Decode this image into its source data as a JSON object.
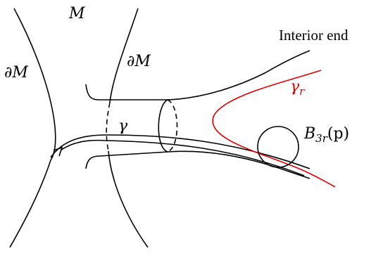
{
  "labels": {
    "manifold": "M",
    "boundary_left_partial": "∂",
    "boundary_left_m": "M",
    "boundary_right_partial": "∂",
    "boundary_right_m": "M",
    "interior_end": "Interior end",
    "gamma": "γ",
    "gamma_r_base": "γ",
    "gamma_r_sub": "r",
    "ball_base": "B",
    "ball_sub": "3r",
    "ball_arg": "(p)"
  },
  "colors": {
    "curve_gamma_r": "#e00000",
    "ink": "#000000"
  }
}
